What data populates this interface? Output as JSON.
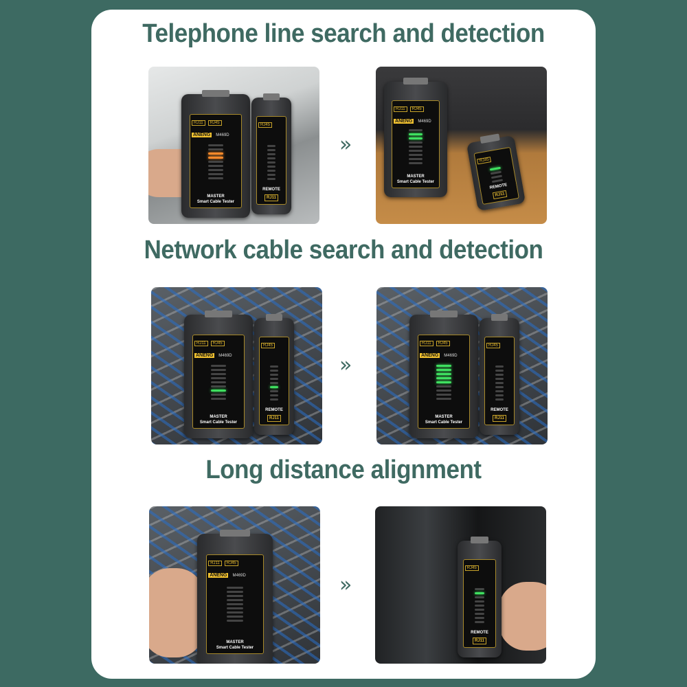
{
  "sections": [
    {
      "title": "Telephone line search and detection",
      "left": {
        "bg": "router",
        "master_leds": [
          "off",
          "off",
          "orange",
          "orange",
          "off",
          "off",
          "off",
          "off",
          "off"
        ],
        "remote_leds": [
          "off",
          "off",
          "off",
          "off",
          "off",
          "off",
          "off",
          "off",
          "off"
        ]
      },
      "right": {
        "bg": "desk",
        "master_leds": [
          "off",
          "green",
          "green",
          "off",
          "off",
          "off",
          "off",
          "off",
          "off"
        ],
        "remote_leds": [
          "green",
          "off",
          "off",
          "off"
        ]
      }
    },
    {
      "title": "Network cable search and detection",
      "left": {
        "bg": "cables",
        "master_leds": [
          "off",
          "off",
          "off",
          "off",
          "off",
          "off",
          "green",
          "off",
          "off"
        ],
        "remote_leds": [
          "off",
          "off",
          "off",
          "off",
          "off",
          "green",
          "off",
          "off",
          "off"
        ]
      },
      "right": {
        "bg": "cables",
        "master_leds": [
          "green",
          "green",
          "green",
          "green",
          "green",
          "off",
          "off",
          "off",
          "off"
        ],
        "remote_leds": [
          "off",
          "off",
          "off",
          "off",
          "off",
          "off",
          "off",
          "off",
          "off"
        ]
      }
    },
    {
      "title": "Long distance alignment",
      "left": {
        "bg": "cables",
        "master_leds": [
          "off",
          "off",
          "off",
          "off",
          "off",
          "off",
          "off",
          "off",
          "off"
        ]
      },
      "right": {
        "bg": "server",
        "remote_leds": [
          "off",
          "green",
          "off",
          "off",
          "off",
          "off",
          "off",
          "off",
          "off"
        ]
      }
    }
  ],
  "device": {
    "brand": "ANENG",
    "model": "M469D",
    "port_rj11": "RJ11",
    "port_rj45": "RJ45",
    "master_label": "MASTER",
    "master_sub": "Smart Cable Tester",
    "remote_label": "REMOTE"
  },
  "arrow_icon": "double-chevron-right",
  "colors": {
    "background": "#3d6a62",
    "title": "#3f6a62",
    "card": "#ffffff",
    "led_orange": "#ff8a2a",
    "led_green": "#3fe060",
    "brand_yellow": "#f2c230"
  }
}
